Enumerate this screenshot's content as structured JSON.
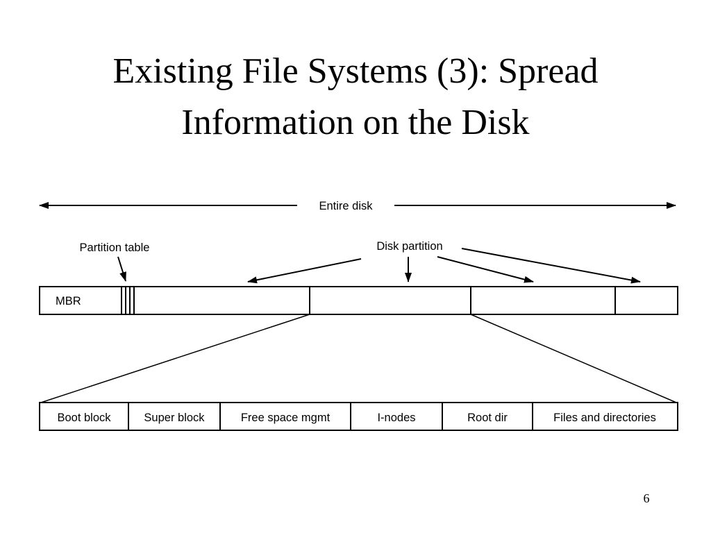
{
  "title": {
    "line1": "Existing File Systems (3): Spread",
    "line2": "Information on the Disk"
  },
  "diagram": {
    "entire_disk_label": "Entire disk",
    "partition_table_label": "Partition table",
    "disk_partition_label": "Disk partition",
    "mbr_label": "MBR",
    "partition_layout": [
      "Boot block",
      "Super block",
      "Free space mgmt",
      "I-nodes",
      "Root dir",
      "Files and directories"
    ]
  },
  "page_number": "6"
}
